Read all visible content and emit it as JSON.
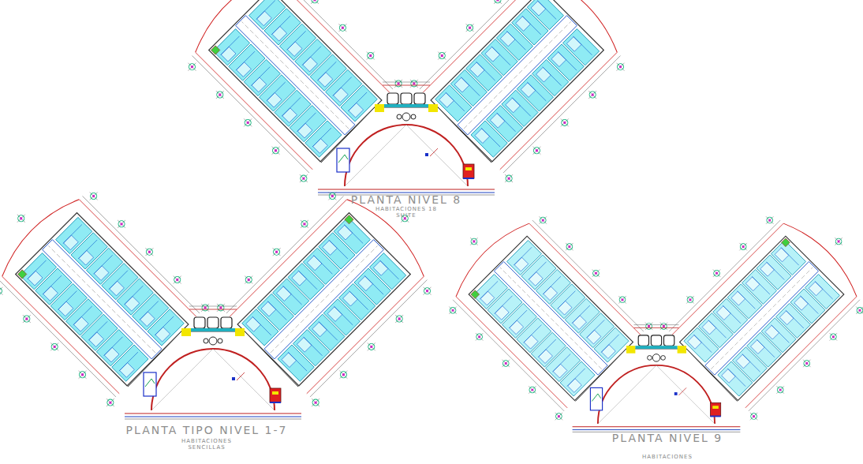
{
  "diagram": {
    "labels": [
      "PLANTA NIVEL 8",
      "HABITACIONES 18",
      "SUITE",
      "PLANTA TIPO NIVEL 1-7",
      "HABITACIONES",
      "SENCILLAS",
      "PLANTA NIVEL 9",
      "HABITACIONES"
    ]
  }
}
